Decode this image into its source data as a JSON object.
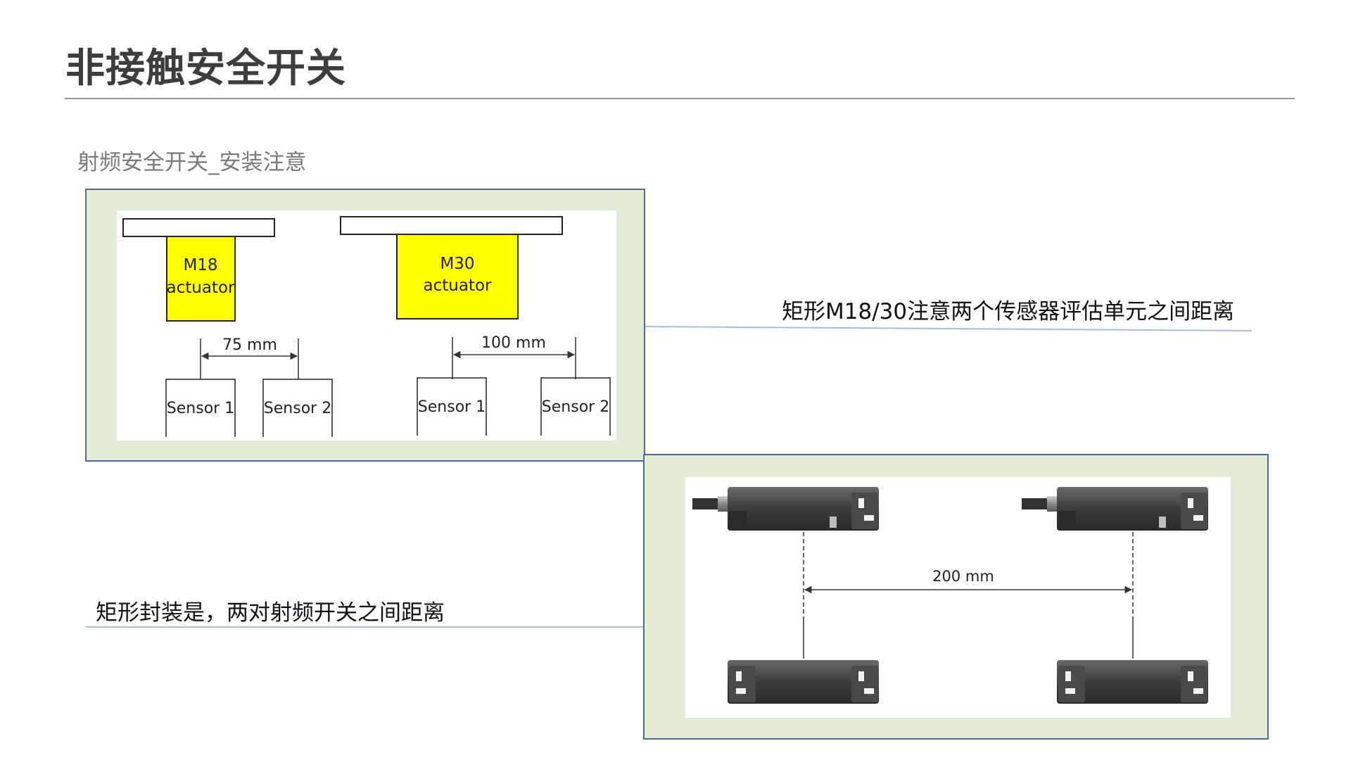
{
  "slide": {
    "title": "非接触安全开关",
    "subtitle": "射频安全开关_安装注意"
  },
  "diagram_m18_m30": {
    "groups": [
      {
        "actuator_line1": "M18",
        "actuator_line2": "actuator",
        "distance_label": "75 mm",
        "sensor_1": "Sensor 1",
        "sensor_2": "Sensor 2"
      },
      {
        "actuator_line1": "M30",
        "actuator_line2": "actuator",
        "distance_label": "100 mm",
        "sensor_1": "Sensor 1",
        "sensor_2": "Sensor 2"
      }
    ],
    "actuator_color": "#ffff00"
  },
  "diagram_rectangular": {
    "distance_label": "200 mm"
  },
  "callouts": {
    "m18_m30_note": "矩形M18/30注意两个传感器评估单元之间距离",
    "rectangular_note": "矩形封装是，两对射频开关之间距离"
  }
}
